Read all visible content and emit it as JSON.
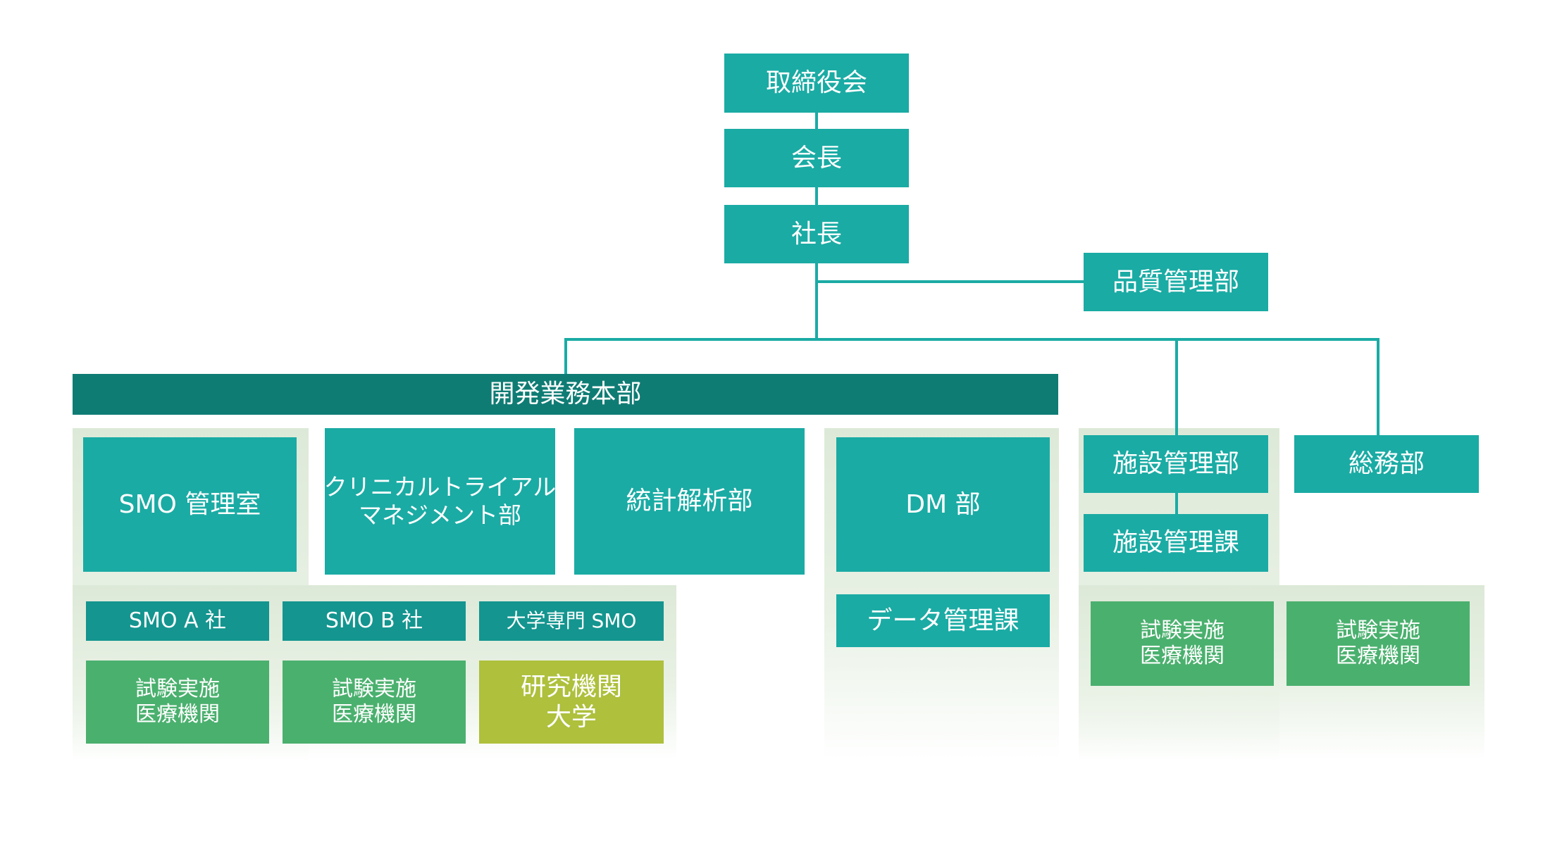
{
  "top": {
    "board": "取締役会",
    "chairman": "会長",
    "president": "社長",
    "quality": "品質管理部"
  },
  "development": {
    "title": "開発業務本部",
    "smo_office": "SMO 管理室",
    "ctm_line1": "クリニカルトライアル",
    "ctm_line2": "マネジメント部",
    "statistics": "統計解析部",
    "dm": "DM 部",
    "data_section": "データ管理課",
    "smo_a": "SMO A 社",
    "smo_b": "SMO B 社",
    "univ_smo": "大学専門 SMO",
    "site_a_line1": "試験実施",
    "site_a_line2": "医療機関",
    "site_b_line1": "試験実施",
    "site_b_line2": "医療機関",
    "research_line1": "研究機関",
    "research_line2": "大学"
  },
  "facility": {
    "dept": "施設管理部",
    "section": "施設管理課",
    "site_1_line1": "試験実施",
    "site_1_line2": "医療機関",
    "site_2_line1": "試験実施",
    "site_2_line2": "医療機関"
  },
  "general_affairs": "総務部",
  "colors": {
    "teal": "#1aaba4",
    "dark_teal": "#0f7c74",
    "header_teal": "#14958f",
    "green": "#4ab06e",
    "lime": "#aec03c",
    "panel": "#dde9d8"
  }
}
